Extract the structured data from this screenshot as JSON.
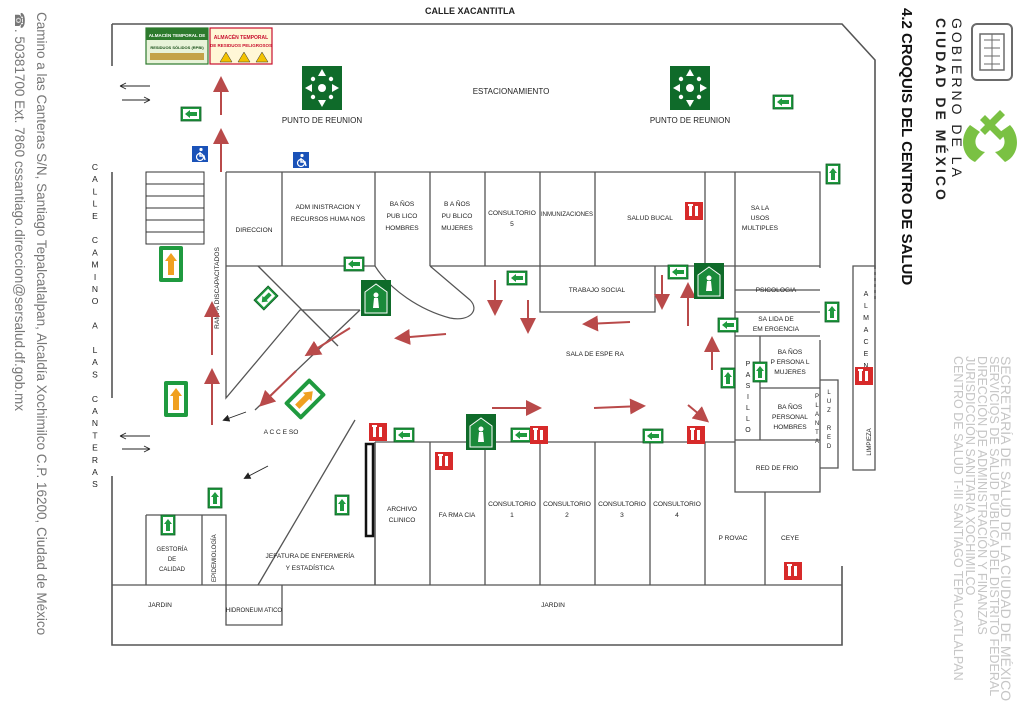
{
  "header": {
    "title": "4.2 CROQUIS DEL CENTRO DE SALUD",
    "street_top": "CALLE XACANTITLA"
  },
  "government": {
    "line1": "GOBIERNO DE LA",
    "line2": "CIUDAD DE MÉXICO"
  },
  "departments": [
    "SECRETARÍA DE SALUD DE LA CIUDAD DE MÉXICO",
    "SERVICIOS DE SALUD PÚBLICA DEL DISTRITO FEDERAL",
    "DIRECCIÓN DE ADMINISTRACIÓN Y FINANZAS",
    "JURISDICCIÓN SANITARIA XOCHIMILCO",
    "CENTRO DE SALUD T-III SANTIAGO TEPALCATLALPAN"
  ],
  "contact": {
    "address": "Camino a las Canteras S/N, Santiago Tepalcatlalpan, Alcaldía Xochimilco C.P. 16200, Ciudad de México",
    "phone": "☎. 50381700 Ext. 7860 cssantiago.direccion@sersalud.df.gob.mx"
  },
  "street_left": [
    "C",
    "A",
    "L",
    "L",
    "E",
    "",
    "C",
    "A",
    "M",
    "I",
    "N",
    "O",
    "",
    "A",
    "",
    "L",
    "A",
    "S",
    "",
    "C",
    "A",
    "N",
    "T",
    "E",
    "R",
    "A",
    "S"
  ],
  "signs": {
    "waste_left": [
      "ALMACÉN TEMPORAL DE",
      "RESIDUOS SÓLIDOS (RPBI)"
    ],
    "waste_right": [
      "ALMACÉN TEMPORAL",
      "DE RESIDUOS PELIGROSOS"
    ]
  },
  "rooms": {
    "estacionamiento": "ESTACIONAMIENTO",
    "punto_reunion_1": "PUNTO DE REUNION",
    "punto_reunion_2": "PUNTO DE REUNION",
    "direccion": "DIRECCION",
    "administracion": [
      "ADM INISTRACION Y",
      "RECURSOS HUMA NOS"
    ],
    "banos_hombres": [
      "BA ÑOS",
      "PUB LICO",
      "HOMBRES"
    ],
    "banos_mujeres": [
      "B A ÑOS",
      "PU BLICO",
      "MUJERES"
    ],
    "consultorio_5": [
      "CONSULTORIO",
      "5"
    ],
    "inmunizaciones": "INMUNIZACIONES",
    "salud_bucal": "SALUD  BUCAL",
    "sala_usos": [
      "SA LA",
      "USOS",
      "MULTIPLES"
    ],
    "rampa": "RAMPA DISCAPACITADOS",
    "trabajo_social": "TRABAJO SOCIAL",
    "psicologia": "PSICOLOGIA",
    "salida_emergencia": [
      "SA LIDA DE",
      "EM ERGENCIA"
    ],
    "sala_espera": "SALA    DE    ESPE RA",
    "pasillo": [
      "P",
      "A",
      "S",
      "I",
      "L",
      "L",
      "O"
    ],
    "banos_personal_mujeres": [
      "BA ÑOS",
      "P ERSONA L",
      "MUJERES"
    ],
    "banos_personal_hombres": [
      "BA ÑOS",
      "PERSONAL",
      "HOMBRES"
    ],
    "planta_luz": [
      "P",
      "L",
      "A",
      "N",
      "T",
      "A"
    ],
    "luz_red": [
      "L",
      "U",
      "Z",
      "",
      "R",
      "E",
      "D"
    ],
    "almacen": [
      "A",
      "L",
      "M",
      "A",
      "C",
      "E",
      "N"
    ],
    "limpieza": "LIMPIEZA",
    "acceso": "A C C E SO",
    "red_frio": "RED  DE  FRIO",
    "archivo": [
      "ARCHIVO",
      "CLINICO"
    ],
    "farmacia": "FA RMA CIA",
    "consultorio_1": [
      "CONSULTORIO",
      "1"
    ],
    "consultorio_2": [
      "CONSULTORIO",
      "2"
    ],
    "consultorio_3": [
      "CONSULTORIO",
      "3"
    ],
    "consultorio_4": [
      "CONSULTORIO",
      "4"
    ],
    "provac": "P ROVAC",
    "ceye": "CEYE",
    "gestoria": [
      "GESTORÍA",
      "DE",
      "CALIDAD"
    ],
    "epidemiologia": "EPIDEMIOLOGÍA",
    "jefatura": [
      "JEFATURA DE ENFERMERÍA",
      "Y ESTADÍSTICA"
    ],
    "jardin_1": "JARDIN",
    "hidroneumatico": "HIDRONEUM ATICO",
    "jardin_2": "JARDIN"
  },
  "colors": {
    "exit_green": "#1f9a3f",
    "assembly_green": "#0f6b2a",
    "fire_red": "#d72a2a",
    "arrow_red": "#b94a4a",
    "accessibility_blue": "#1a52b8",
    "wall": "#555555"
  },
  "icons": [
    "accessibility-icon",
    "exit-arrow-icon",
    "assembly-point-icon",
    "fire-extinguisher-icon",
    "emergency-exit-icon"
  ]
}
